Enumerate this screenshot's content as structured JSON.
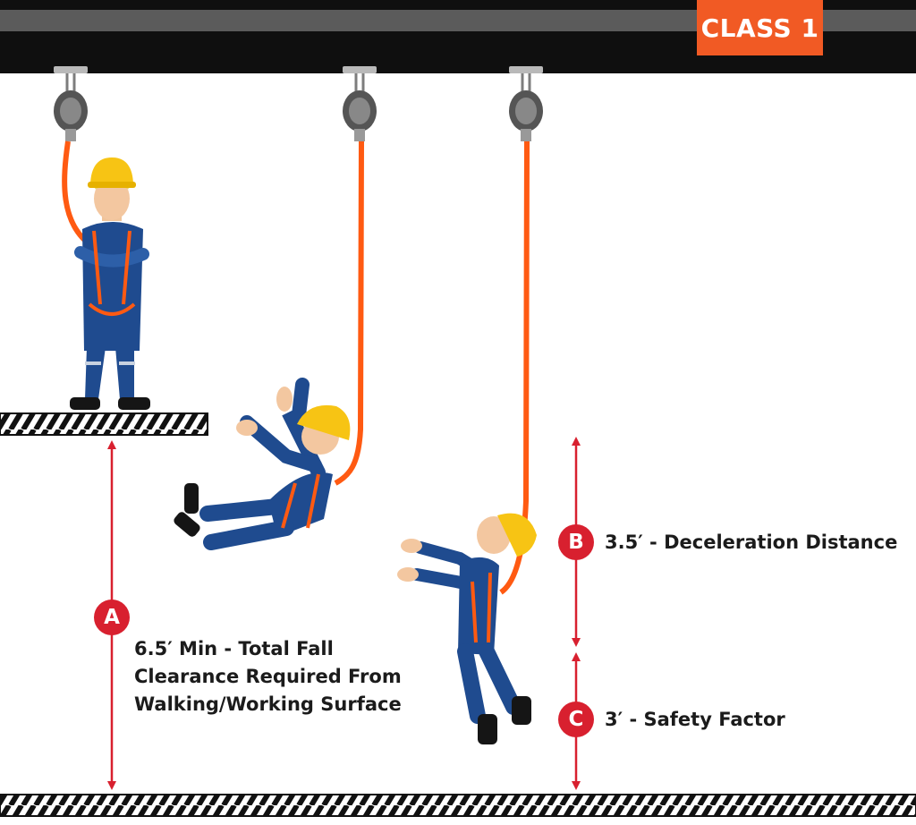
{
  "class_badge": "CLASS 1",
  "measurements": [
    {
      "marker": "A",
      "lines": [
        "6.5′ Min - Total Fall",
        "Clearance Required From",
        "Walking/Working Surface"
      ]
    },
    {
      "marker": "B",
      "lines": [
        "3.5′ - Deceleration Distance"
      ]
    },
    {
      "marker": "C",
      "lines": [
        "3′ - Safety Factor"
      ]
    }
  ],
  "colors": {
    "accent_orange": "#f15a24",
    "marker_red": "#d8202f",
    "lanyard_orange": "#ff5a12",
    "coverall_blue": "#1f4b8f",
    "hard_hat_yellow": "#f7c414",
    "beam_dark": "#0f0f0f",
    "beam_stripe": "#5b5b5b"
  },
  "icons": [
    "self-retracting-lifeline-icon",
    "worker-figure",
    "hatched-floor"
  ]
}
